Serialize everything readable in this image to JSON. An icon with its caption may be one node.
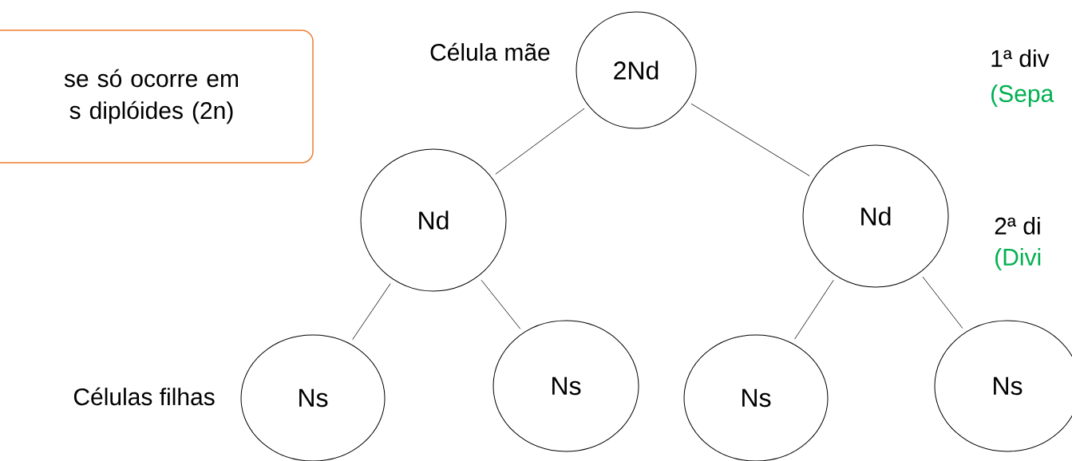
{
  "diagram": {
    "nodes": [
      {
        "text": [
          "se só ocorre em s diplóides (2n)"
        ]
      },
      {
        "text": [
          "2Nd"
        ]
      },
      {
        "text": [
          "Nd"
        ]
      },
      {
        "text": [
          "Nd"
        ]
      },
      {
        "text": [
          "Ns"
        ]
      },
      {
        "text": [
          "Ns"
        ]
      },
      {
        "text": [
          "Ns"
        ]
      },
      {
        "text": [
          "Ns"
        ]
      }
    ],
    "edges": [
      {
        "from": 1,
        "to": 2,
        "arrow": "none"
      },
      {
        "from": 1,
        "to": 3,
        "arrow": "none"
      },
      {
        "from": 2,
        "to": 4,
        "arrow": "none"
      },
      {
        "from": 2,
        "to": 5,
        "arrow": "none"
      },
      {
        "from": 3,
        "to": 6,
        "arrow": "none"
      },
      {
        "from": 3,
        "to": 7,
        "arrow": "none"
      }
    ],
    "labels": [
      "Célula mãe",
      "1ª div",
      "(Sepa",
      "2ª di",
      "(Divi",
      "Células filhas"
    ]
  }
}
